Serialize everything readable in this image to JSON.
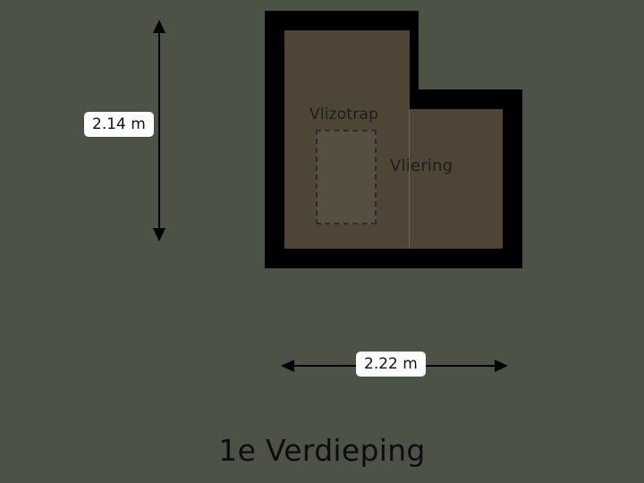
{
  "floorplan": {
    "title": "1e Verdieping",
    "rooms": [
      {
        "name": "vlizotrap",
        "label": "Vlizotrap"
      },
      {
        "name": "vliering",
        "label": "Vliering"
      }
    ],
    "dimensions": {
      "vertical": {
        "label": "2.14 m",
        "value": 2.14,
        "unit": "m"
      },
      "horizontal": {
        "label": "2.22 m",
        "value": 2.22,
        "unit": "m"
      }
    },
    "colors": {
      "background": "#4d5246",
      "wall": "#000000",
      "floor": "#4e4536",
      "hatch_fill": "#554e41",
      "hatch_stroke": "#2c2c2c",
      "badge_bg": "#ffffff",
      "text": "#1d1d1d"
    },
    "icons": {
      "arrow_up": "arrow-up-icon",
      "arrow_down": "arrow-down-icon",
      "arrow_left": "arrow-left-icon",
      "arrow_right": "arrow-right-icon"
    }
  }
}
